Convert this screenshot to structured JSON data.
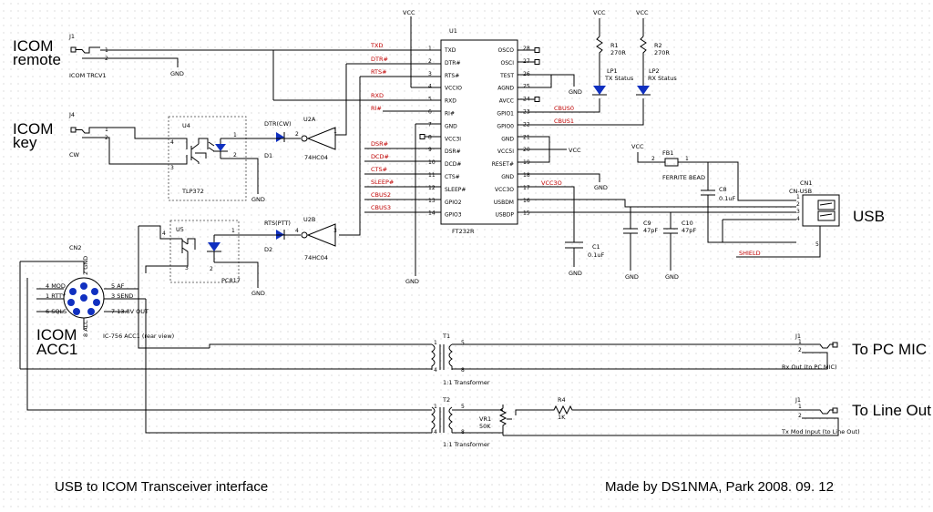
{
  "labels": {
    "icom_remote": [
      "ICOM",
      "remote"
    ],
    "icom_key": [
      "ICOM",
      "key"
    ],
    "icom_acc1": [
      "ICOM",
      "ACC1"
    ],
    "usb": "USB",
    "to_pc_mic": "To PC MIC",
    "to_line_out": "To Line Out",
    "footer_left": "USB to ICOM Transceiver interface",
    "footer_right": "Made by DS1NMA, Park 2008. 09. 12"
  },
  "u1": {
    "ref": "U1",
    "part": "FT232R",
    "left_pins": [
      {
        "num": "1",
        "name": "TXD",
        "net": "TXD"
      },
      {
        "num": "2",
        "name": "DTR#",
        "net": "DTR#"
      },
      {
        "num": "3",
        "name": "RTS#",
        "net": "RTS#"
      },
      {
        "num": "4",
        "name": "VCCIO",
        "net": ""
      },
      {
        "num": "5",
        "name": "RXD",
        "net": "RXD"
      },
      {
        "num": "6",
        "name": "RI#",
        "net": "RI#"
      },
      {
        "num": "7",
        "name": "GND",
        "net": ""
      },
      {
        "num": "8",
        "name": "VCC3I",
        "net": ""
      },
      {
        "num": "9",
        "name": "DSR#",
        "net": "DSR#"
      },
      {
        "num": "10",
        "name": "DCD#",
        "net": "DCD#"
      },
      {
        "num": "11",
        "name": "CTS#",
        "net": "CTS#"
      },
      {
        "num": "12",
        "name": "SLEEP#",
        "net": "SLEEP#"
      },
      {
        "num": "13",
        "name": "GPIO2",
        "net": "CBUS2"
      },
      {
        "num": "14",
        "name": "GPIO3",
        "net": "CBUS3"
      }
    ],
    "right_pins": [
      {
        "num": "28",
        "name": "OSCO",
        "net": ""
      },
      {
        "num": "27",
        "name": "OSCI",
        "net": ""
      },
      {
        "num": "26",
        "name": "TEST",
        "net": ""
      },
      {
        "num": "25",
        "name": "AGND",
        "net": ""
      },
      {
        "num": "24",
        "name": "AVCC",
        "net": ""
      },
      {
        "num": "23",
        "name": "GPIO1",
        "net": "CBUS0"
      },
      {
        "num": "22",
        "name": "GPIO0",
        "net": "CBUS1"
      },
      {
        "num": "21",
        "name": "GND",
        "net": ""
      },
      {
        "num": "20",
        "name": "VCC5I",
        "net": ""
      },
      {
        "num": "19",
        "name": "RESET#",
        "net": ""
      },
      {
        "num": "18",
        "name": "GND",
        "net": ""
      },
      {
        "num": "17",
        "name": "VCC3O",
        "net": "VCC3O"
      },
      {
        "num": "16",
        "name": "USBDM",
        "net": ""
      },
      {
        "num": "15",
        "name": "USBDP",
        "net": ""
      }
    ]
  },
  "text": {
    "vcc": "VCC",
    "gnd": "GND",
    "j1": "J1",
    "j4": "J4",
    "icom_trcv1": "ICOM TRCV1",
    "cw": "CW",
    "u4": "U4",
    "u4_part": "TLP372",
    "u5": "U5",
    "u5_part": "PC817",
    "dtr_cw": "DTR(CW)",
    "rts_ptt": "RTS(PTT)",
    "d1": "D1",
    "d2": "D2",
    "u2a": "U2A",
    "u2b": "U2B",
    "hc04": "74HC04",
    "r1": "R1",
    "r2": "R2",
    "r270": "270R",
    "lp1": "LP1",
    "lp2": "LP2",
    "tx_status": "TX Status",
    "rx_status": "RX Status",
    "fb1": "FB1",
    "ferrite": "FERRITE BEAD",
    "c8": "C8",
    "c8_val": "0.1uF",
    "cn1": "CN1",
    "cn_usb": "CN-USB",
    "c9": "C9",
    "c10": "C10",
    "c47": "47pF",
    "c1": "C1",
    "c1_val": "0.1uF",
    "shield": "SHIELD",
    "cn2": "CN2",
    "acc_mod": "4 MOD",
    "acc_af": "5 AF",
    "acc_rtty": "1 RTTY",
    "acc_send": "3 SEND",
    "acc_sqls": "6 SQLS",
    "acc_13v": "7 13.8V OUT",
    "acc_gnd": "2 GND",
    "acc_alc": "8 ALC",
    "ic756": "IC-756 ACC1 (rear view)",
    "t1": "T1",
    "t2": "T2",
    "xfmr": "1:1 Transformer",
    "vr1": "VR1",
    "vr1_val": "50K",
    "r4": "R4",
    "r4_val": "1K",
    "rx_out": "Rx Out (to PC MIC)",
    "tx_mod": "Tx Mod Input (to Line Out)"
  },
  "colors": {
    "net_label": "#c00000",
    "wire": "#000000",
    "grid": "#c8c8c8"
  }
}
